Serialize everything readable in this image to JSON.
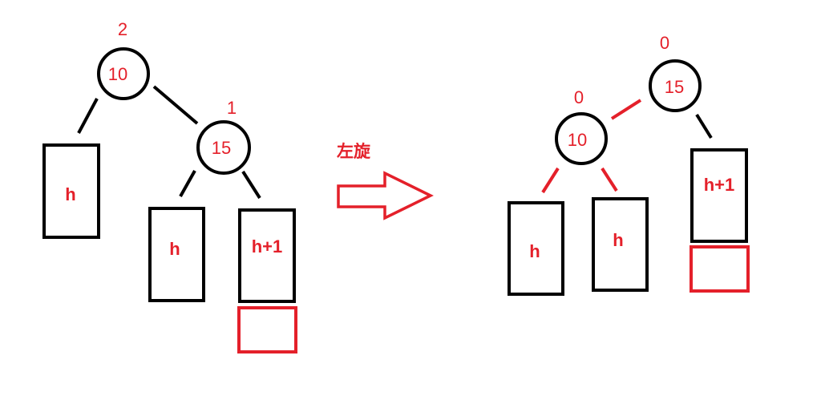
{
  "colors": {
    "stroke": "#000000",
    "accent": "#e4202a"
  },
  "before": {
    "root": {
      "key": "10",
      "balance": "2"
    },
    "right_child": {
      "key": "15",
      "balance": "1"
    },
    "left_subtree": "h",
    "rl_subtree": "h",
    "rr_subtree": "h+1"
  },
  "operation": {
    "label": "左旋",
    "arrow": "right-arrow-icon"
  },
  "after": {
    "root": {
      "key": "15",
      "balance": "0"
    },
    "left_child": {
      "key": "10",
      "balance": "0"
    },
    "ll_subtree": "h",
    "lr_subtree": "h",
    "right_subtree": "h+1"
  }
}
